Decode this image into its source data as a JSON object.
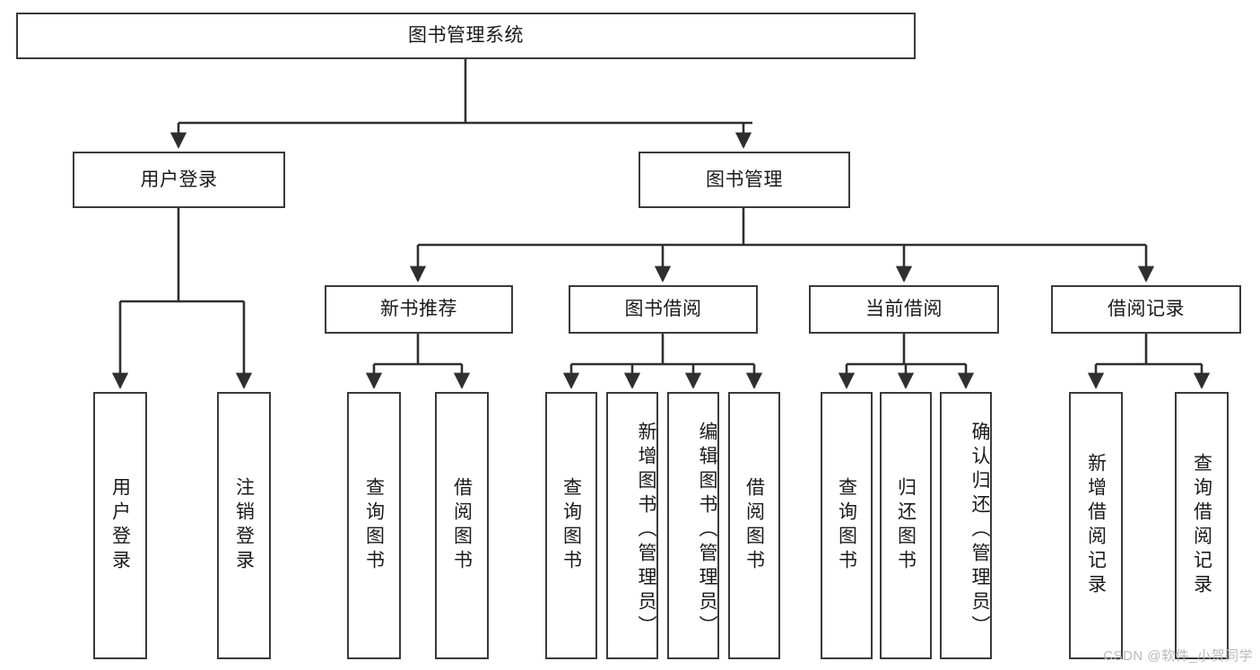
{
  "diagram": {
    "type": "tree-hierarchy",
    "title": "图书管理系统",
    "root": {
      "id": "root",
      "label": "图书管理系统",
      "orientation": "horizontal"
    },
    "level1": [
      {
        "id": "user-login",
        "label": "用户登录",
        "orientation": "horizontal"
      },
      {
        "id": "book-manage",
        "label": "图书管理",
        "orientation": "horizontal"
      }
    ],
    "level2": [
      {
        "id": "new-book-rec",
        "label": "新书推荐",
        "orientation": "horizontal",
        "parent": "book-manage"
      },
      {
        "id": "book-borrow",
        "label": "图书借阅",
        "orientation": "horizontal",
        "parent": "book-manage"
      },
      {
        "id": "current-borrow",
        "label": "当前借阅",
        "orientation": "horizontal",
        "parent": "book-manage"
      },
      {
        "id": "borrow-record",
        "label": "借阅记录",
        "orientation": "horizontal",
        "parent": "book-manage"
      }
    ],
    "leaves": [
      {
        "id": "leaf-user-login",
        "label": "用户登录",
        "parent": "user-login",
        "align": "middle"
      },
      {
        "id": "leaf-logout",
        "label": "注销登录",
        "parent": "user-login",
        "align": "middle"
      },
      {
        "id": "leaf-query-book-1",
        "label": "查询图书",
        "parent": "new-book-rec",
        "align": "middle"
      },
      {
        "id": "leaf-borrow-book-1",
        "label": "借阅图书",
        "parent": "new-book-rec",
        "align": "middle"
      },
      {
        "id": "leaf-query-book-2",
        "label": "查询图书",
        "parent": "book-borrow",
        "align": "middle"
      },
      {
        "id": "leaf-add-book",
        "label": "新增图书（管理员）",
        "parent": "book-borrow",
        "align": "top"
      },
      {
        "id": "leaf-edit-book",
        "label": "编辑图书（管理员）",
        "parent": "book-borrow",
        "align": "top"
      },
      {
        "id": "leaf-borrow-book-2",
        "label": "借阅图书",
        "parent": "book-borrow",
        "align": "middle"
      },
      {
        "id": "leaf-query-book-3",
        "label": "查询图书",
        "parent": "current-borrow",
        "align": "middle"
      },
      {
        "id": "leaf-return-book",
        "label": "归还图书",
        "parent": "current-borrow",
        "align": "middle"
      },
      {
        "id": "leaf-confirm-return",
        "label": "确认归还（管理员）",
        "parent": "current-borrow",
        "align": "top"
      },
      {
        "id": "leaf-add-record",
        "label": "新增借阅记录",
        "parent": "borrow-record",
        "align": "middle"
      },
      {
        "id": "leaf-query-record",
        "label": "查询借阅记录",
        "parent": "borrow-record",
        "align": "middle"
      }
    ],
    "colors": {
      "border": "#3a3a3a",
      "background": "#ffffff",
      "text": "#1a1a1a",
      "connector": "#2f2f2f",
      "watermark": "#b9b9b9"
    }
  },
  "watermark": {
    "text": "CSDN @软件_小贺同学"
  }
}
